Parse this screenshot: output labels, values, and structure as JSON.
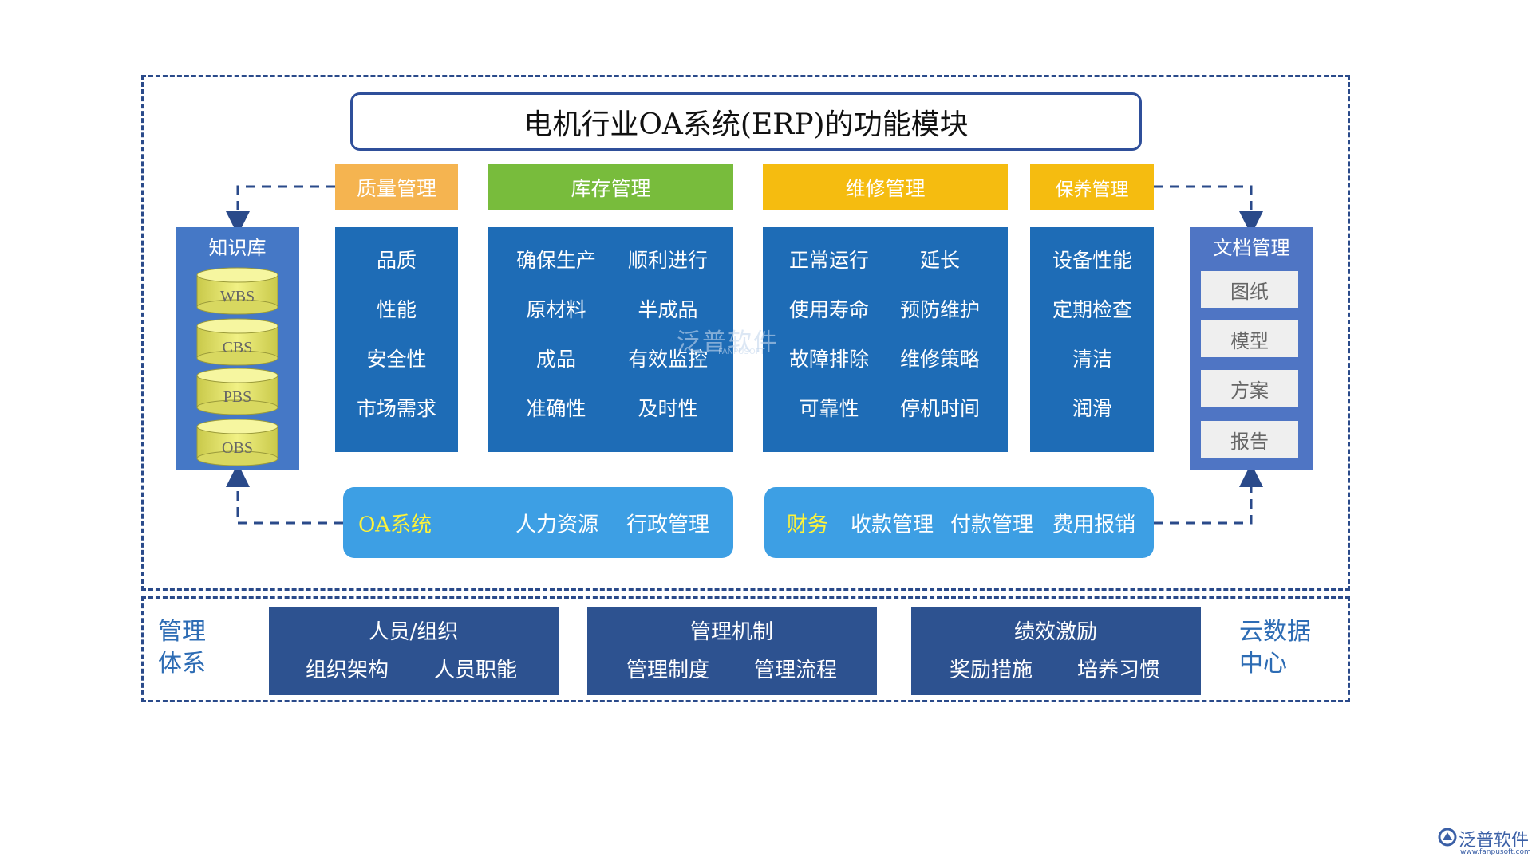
{
  "title": "电机行业OA系统(ERP)的功能模块",
  "modules": {
    "quality": {
      "header": "质量管理",
      "items": [
        "品质",
        "性能",
        "安全性",
        "市场需求"
      ]
    },
    "inventory": {
      "header": "库存管理",
      "left": [
        "确保生产",
        "原材料",
        "成品",
        "准确性"
      ],
      "right": [
        "顺利进行",
        "半成品",
        "有效监控",
        "及时性"
      ]
    },
    "repair": {
      "header": "维修管理",
      "left": [
        "正常运行",
        "使用寿命",
        "故障排除",
        "可靠性"
      ],
      "right": [
        "延长",
        "预防维护",
        "维修策略",
        "停机时间"
      ]
    },
    "maintenance": {
      "header": "保养管理",
      "items": [
        "设备性能",
        "定期检查",
        "清洁",
        "润滑"
      ]
    }
  },
  "knowledge_base": {
    "title": "知识库",
    "items": [
      "WBS",
      "CBS",
      "PBS",
      "OBS"
    ]
  },
  "documents": {
    "title": "文档管理",
    "items": [
      "图纸",
      "模型",
      "方案",
      "报告"
    ]
  },
  "oa_bar": {
    "highlight": "OA系统",
    "items": [
      "人力资源",
      "行政管理"
    ]
  },
  "finance_bar": {
    "highlight": "财务",
    "items": [
      "收款管理",
      "付款管理",
      "费用报销"
    ]
  },
  "management": {
    "left_label": [
      "管理",
      "体系"
    ],
    "right_label": [
      "云数据",
      "中心"
    ],
    "boxes": [
      {
        "title": "人员/组织",
        "items": [
          "组织架构",
          "人员职能"
        ]
      },
      {
        "title": "管理机制",
        "items": [
          "管理制度",
          "管理流程"
        ]
      },
      {
        "title": "绩效激励",
        "items": [
          "奖励措施",
          "培养习惯"
        ]
      }
    ]
  },
  "watermark": {
    "text": "泛普软件",
    "sub": "FANPUSOFT"
  },
  "logo": {
    "text": "泛普软件",
    "url": "www.fanpusoft.com"
  },
  "colors": {
    "frame": "#2a4a8a",
    "quality_header": "#f5b450",
    "inventory_header": "#78bc3c",
    "repair_header": "#f5bc10",
    "panel": "#1e6cb6",
    "bar": "#3d9fe4",
    "highlight": "#fff338",
    "mgmt_box": "#2d5290",
    "cylinder": "#e8e870"
  }
}
